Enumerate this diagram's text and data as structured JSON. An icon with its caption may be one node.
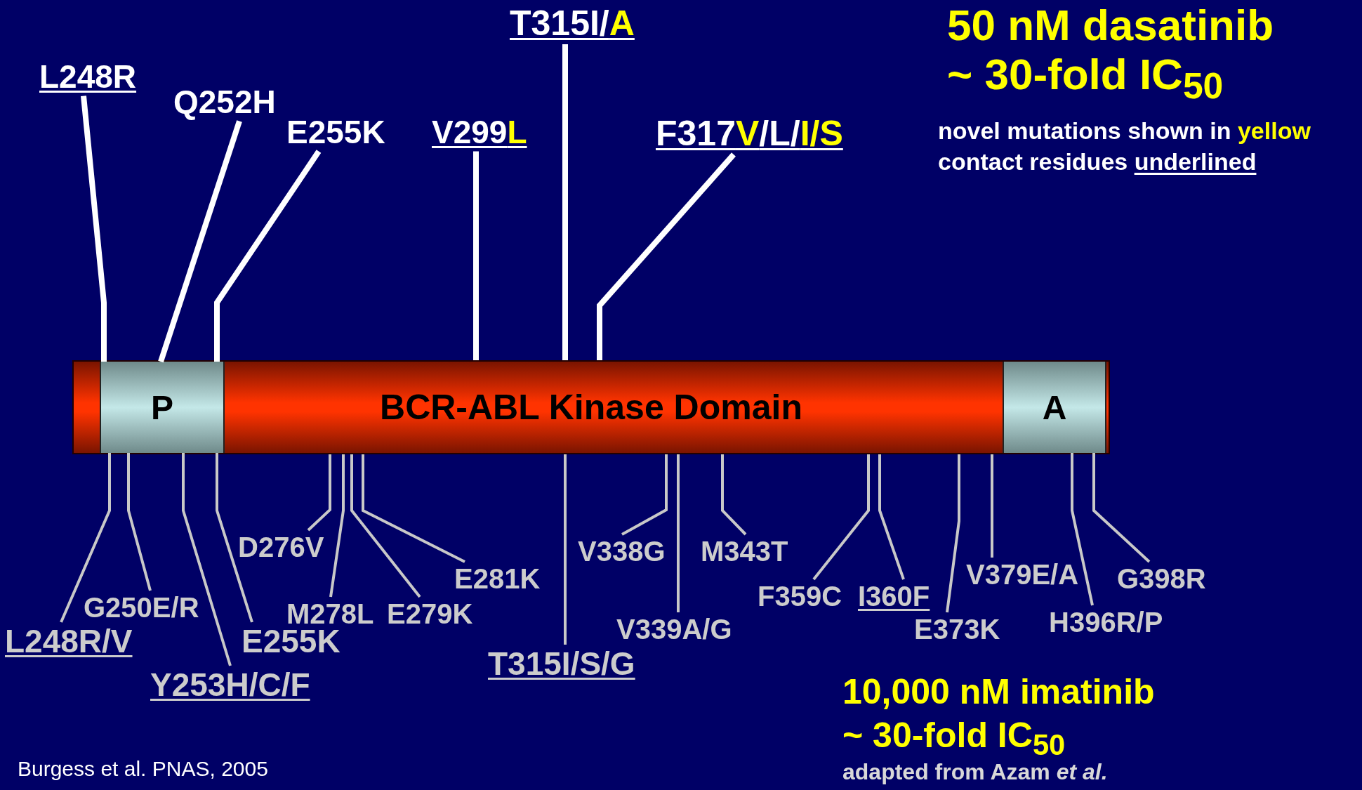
{
  "diagram": {
    "nodes": [
      {
        "text": [
          "BCR-ABL Kinase Domain"
        ]
      },
      {
        "text": [
          "P"
        ],
        "in": 0
      },
      {
        "text": [
          "A"
        ],
        "in": 0
      },
      {
        "text": [
          "L248R"
        ]
      },
      {
        "text": [
          "Q252H"
        ]
      },
      {
        "text": [
          "E255K"
        ]
      },
      {
        "text": [
          "V299L"
        ]
      },
      {
        "text": [
          "T315I/A"
        ]
      },
      {
        "text": [
          "F317V/L/I/S"
        ]
      },
      {
        "text": [
          "L248R/V"
        ]
      },
      {
        "text": [
          "G250E/R"
        ]
      },
      {
        "text": [
          "Y253H/C/F"
        ]
      },
      {
        "text": [
          "E255K"
        ]
      },
      {
        "text": [
          "D276V"
        ]
      },
      {
        "text": [
          "M278L"
        ]
      },
      {
        "text": [
          "E279K"
        ]
      },
      {
        "text": [
          "E281K"
        ]
      },
      {
        "text": [
          "T315I/S/G"
        ]
      },
      {
        "text": [
          "V338G"
        ]
      },
      {
        "text": [
          "V339A/G"
        ]
      },
      {
        "text": [
          "M343T"
        ]
      },
      {
        "text": [
          "F359C"
        ]
      },
      {
        "text": [
          "I360F"
        ]
      },
      {
        "text": [
          "E373K"
        ]
      },
      {
        "text": [
          "V379E/A"
        ]
      },
      {
        "text": [
          "H396R/P"
        ]
      },
      {
        "text": [
          "G398R"
        ]
      }
    ],
    "edges": [
      {
        "from": 3,
        "to": 1,
        "arrow": "none",
        "style": "thick",
        "color": "#ffffff"
      },
      {
        "from": 4,
        "to": 1,
        "arrow": "none",
        "style": "thick",
        "color": "#ffffff"
      },
      {
        "from": 5,
        "to": 1,
        "arrow": "none",
        "style": "thick",
        "color": "#ffffff"
      },
      {
        "from": 6,
        "to": 0,
        "arrow": "none",
        "style": "thick",
        "color": "#ffffff"
      },
      {
        "from": 7,
        "to": 0,
        "arrow": "none",
        "style": "thick",
        "color": "#ffffff"
      },
      {
        "from": 8,
        "to": 0,
        "arrow": "none",
        "style": "thick",
        "color": "#ffffff"
      },
      {
        "from": 9,
        "to": 1,
        "arrow": "none"
      },
      {
        "from": 10,
        "to": 1,
        "arrow": "none"
      },
      {
        "from": 11,
        "to": 1,
        "arrow": "none"
      },
      {
        "from": 12,
        "to": 1,
        "arrow": "none"
      },
      {
        "from": 13,
        "to": 0,
        "arrow": "none"
      },
      {
        "from": 14,
        "to": 0,
        "arrow": "none"
      },
      {
        "from": 15,
        "to": 0,
        "arrow": "none"
      },
      {
        "from": 16,
        "to": 0,
        "arrow": "none"
      },
      {
        "from": 17,
        "to": 0,
        "arrow": "none"
      },
      {
        "from": 18,
        "to": 0,
        "arrow": "none"
      },
      {
        "from": 19,
        "to": 0,
        "arrow": "none"
      },
      {
        "from": 20,
        "to": 0,
        "arrow": "none"
      },
      {
        "from": 21,
        "to": 0,
        "arrow": "none"
      },
      {
        "from": 22,
        "to": 0,
        "arrow": "none"
      },
      {
        "from": 23,
        "to": 0,
        "arrow": "none"
      },
      {
        "from": 24,
        "to": 0,
        "arrow": "none"
      },
      {
        "from": 25,
        "to": 2,
        "arrow": "none"
      },
      {
        "from": 26,
        "to": 2,
        "arrow": "none"
      }
    ],
    "labels": [
      "50 nM dasatinib",
      "~ 30-fold IC$_{50}$",
      "novel mutations shown in yellow",
      "contact residues underlined",
      "10,000 nM imatinib",
      "~ 30-fold IC$_{50}$",
      "adapted from Azam *et al.*",
      "Burgess et al. PNAS, 2005"
    ]
  }
}
